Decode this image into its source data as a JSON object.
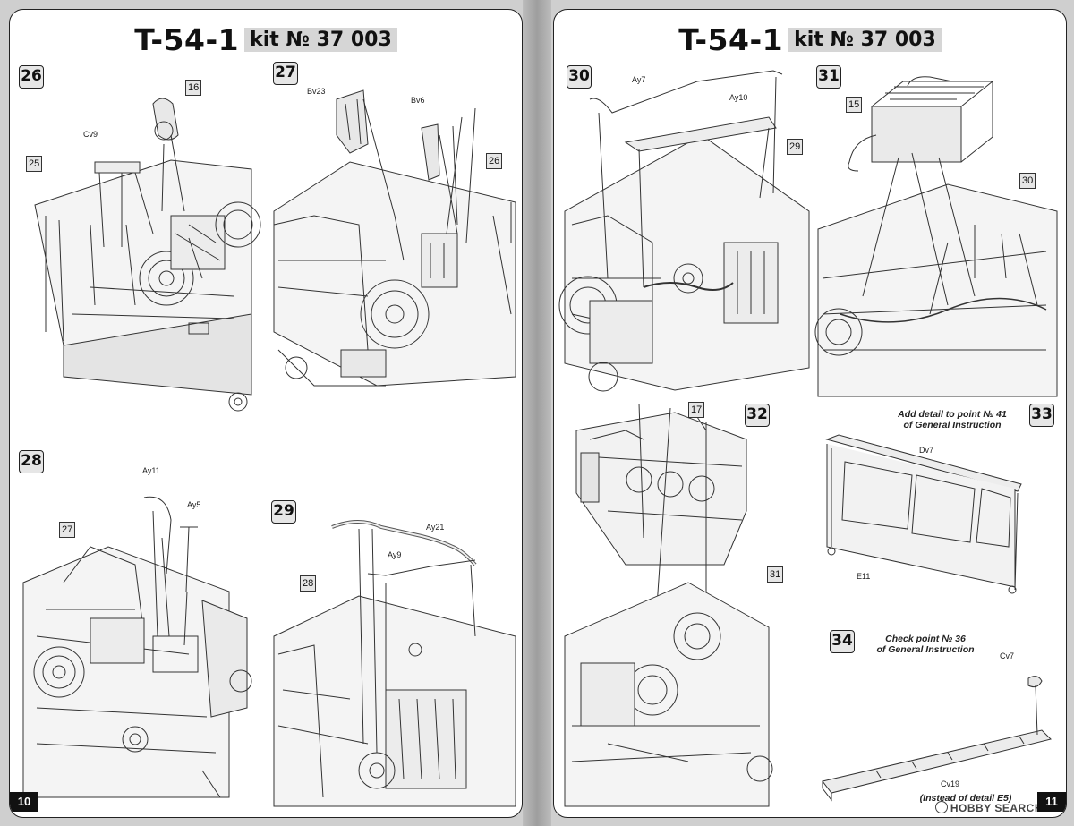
{
  "header": {
    "model": "T-54-1",
    "kit": "kit № 37 003"
  },
  "left_page": {
    "page_number": "10",
    "steps": [
      {
        "id": "26",
        "callouts": [
          "16",
          "25"
        ],
        "parts": [
          "Cv9"
        ]
      },
      {
        "id": "27",
        "callouts": [
          "26"
        ],
        "parts": [
          "Bv23",
          "Bv6"
        ]
      },
      {
        "id": "28",
        "callouts": [
          "27"
        ],
        "parts": [
          "Ay11",
          "Ay5"
        ]
      },
      {
        "id": "29",
        "callouts": [
          "28"
        ],
        "parts": [
          "Ay21",
          "Ay9"
        ]
      }
    ]
  },
  "right_page": {
    "page_number": "11",
    "steps": [
      {
        "id": "30",
        "callouts": [
          "29"
        ],
        "parts": [
          "Ay7",
          "Ay10"
        ]
      },
      {
        "id": "31",
        "callouts": [
          "15",
          "30"
        ],
        "parts": []
      },
      {
        "id": "32",
        "callouts": [
          "17",
          "31"
        ],
        "parts": []
      },
      {
        "id": "33",
        "callouts": [],
        "parts": [
          "Dv7",
          "E11"
        ],
        "note": [
          "Add detail to point № 41",
          "of General Instruction"
        ]
      },
      {
        "id": "34",
        "callouts": [],
        "parts": [
          "Cv7",
          "Cv19"
        ],
        "note": [
          "Check point № 36",
          "of General Instruction"
        ],
        "sub_note": "(Instead of detail E5)"
      }
    ]
  },
  "watermark": "HOBBY SEARCH",
  "colors": {
    "line": "#333333",
    "badge": "#e6e6e6",
    "page_number_bg": "#111111"
  }
}
